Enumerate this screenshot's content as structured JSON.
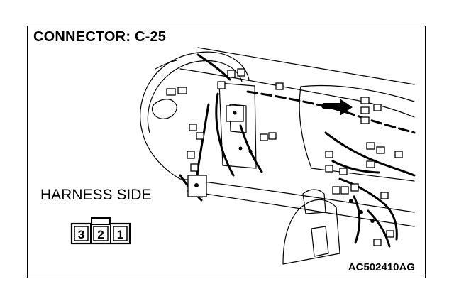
{
  "diagram": {
    "title": "CONNECTOR: C-25",
    "harness_label": "HARNESS SIDE",
    "reference_code": "AC502410AG",
    "connector": {
      "pins": [
        "3",
        "2",
        "1"
      ]
    }
  }
}
